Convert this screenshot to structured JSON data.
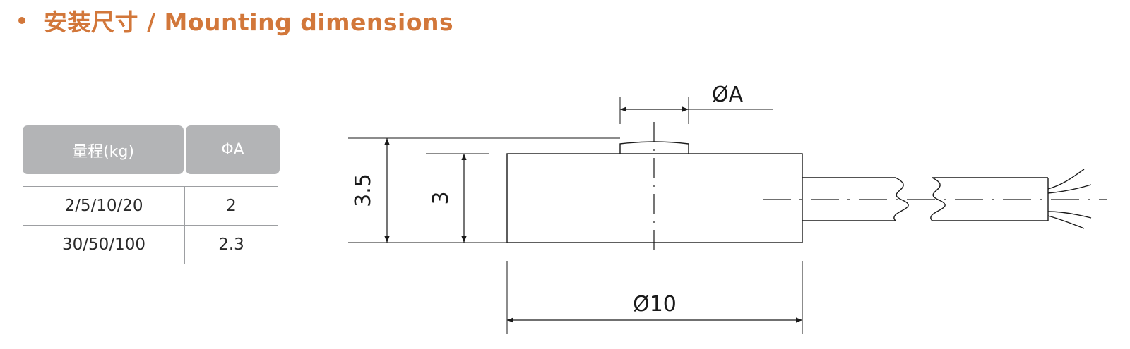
{
  "header": {
    "title": "安装尺寸 / Mounting dimensions",
    "color": "#d2773a"
  },
  "table": {
    "columns": [
      "量程(kg)",
      "ΦA"
    ],
    "rows": [
      {
        "range": "2/5/10/20",
        "phi_a": "2"
      },
      {
        "range": "30/50/100",
        "phi_a": "2.3"
      }
    ],
    "header_bg": "#b3b4b6"
  },
  "drawing": {
    "labels": {
      "phi_a": "ØA",
      "height_total": "3.5",
      "height_body": "3",
      "diameter": "Ø10"
    }
  }
}
